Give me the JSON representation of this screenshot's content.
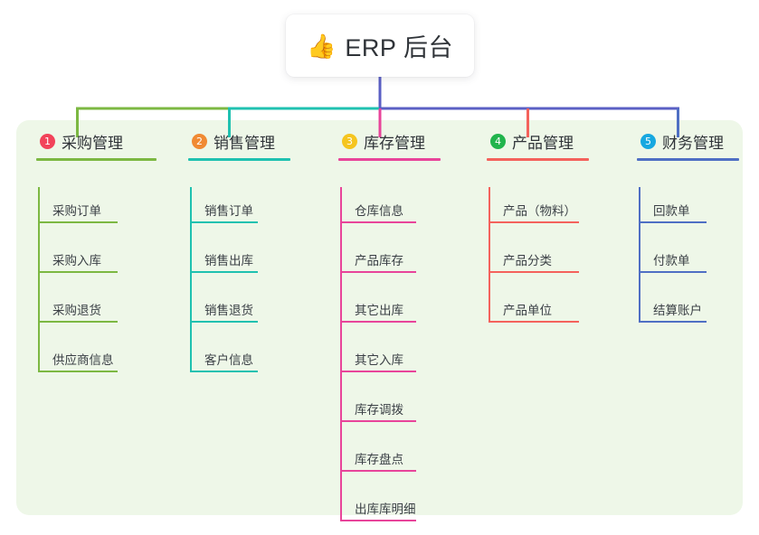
{
  "root": {
    "icon": "thumbs-up-icon",
    "emoji": "👍",
    "title": "ERP 后台"
  },
  "colors": {
    "panel_bg": "#eef7e8",
    "page_bg": "#ffffff",
    "text": "#2f3338",
    "green": "#7cb842",
    "teal": "#1fc1b0",
    "pink": "#e8449a",
    "red": "#f4625c",
    "blue": "#4f6fc4",
    "purple": "#5a5fc4",
    "badge1": "#f2435a",
    "badge2": "#f08a33",
    "badge3": "#f5c51f",
    "badge4": "#21b44c",
    "badge5": "#17a8e0"
  },
  "columns": [
    {
      "index": "1",
      "title": "采购管理",
      "badge_color": "#f2435a",
      "line_color": "#7cb842",
      "items": [
        {
          "label": "采购订单"
        },
        {
          "label": "采购入库"
        },
        {
          "label": "采购退货"
        },
        {
          "label": "供应商信息"
        }
      ]
    },
    {
      "index": "2",
      "title": "销售管理",
      "badge_color": "#f08a33",
      "line_color": "#1fc1b0",
      "items": [
        {
          "label": "销售订单"
        },
        {
          "label": "销售出库"
        },
        {
          "label": "销售退货"
        },
        {
          "label": "客户信息"
        }
      ]
    },
    {
      "index": "3",
      "title": "库存管理",
      "badge_color": "#f5c51f",
      "line_color": "#e8449a",
      "items": [
        {
          "label": "仓库信息"
        },
        {
          "label": "产品库存"
        },
        {
          "label": "其它出库"
        },
        {
          "label": "其它入库"
        },
        {
          "label": "库存调拨"
        },
        {
          "label": "库存盘点"
        },
        {
          "label": "出库库明细"
        }
      ]
    },
    {
      "index": "4",
      "title": "产品管理",
      "badge_color": "#21b44c",
      "line_color": "#f4625c",
      "items": [
        {
          "label": "产品（物料）"
        },
        {
          "label": "产品分类"
        },
        {
          "label": "产品单位"
        }
      ]
    },
    {
      "index": "5",
      "title": "财务管理",
      "badge_color": "#17a8e0",
      "line_color": "#4f6fc4",
      "items": [
        {
          "label": "回款单"
        },
        {
          "label": "付款单"
        },
        {
          "label": "结算账户"
        }
      ]
    }
  ]
}
